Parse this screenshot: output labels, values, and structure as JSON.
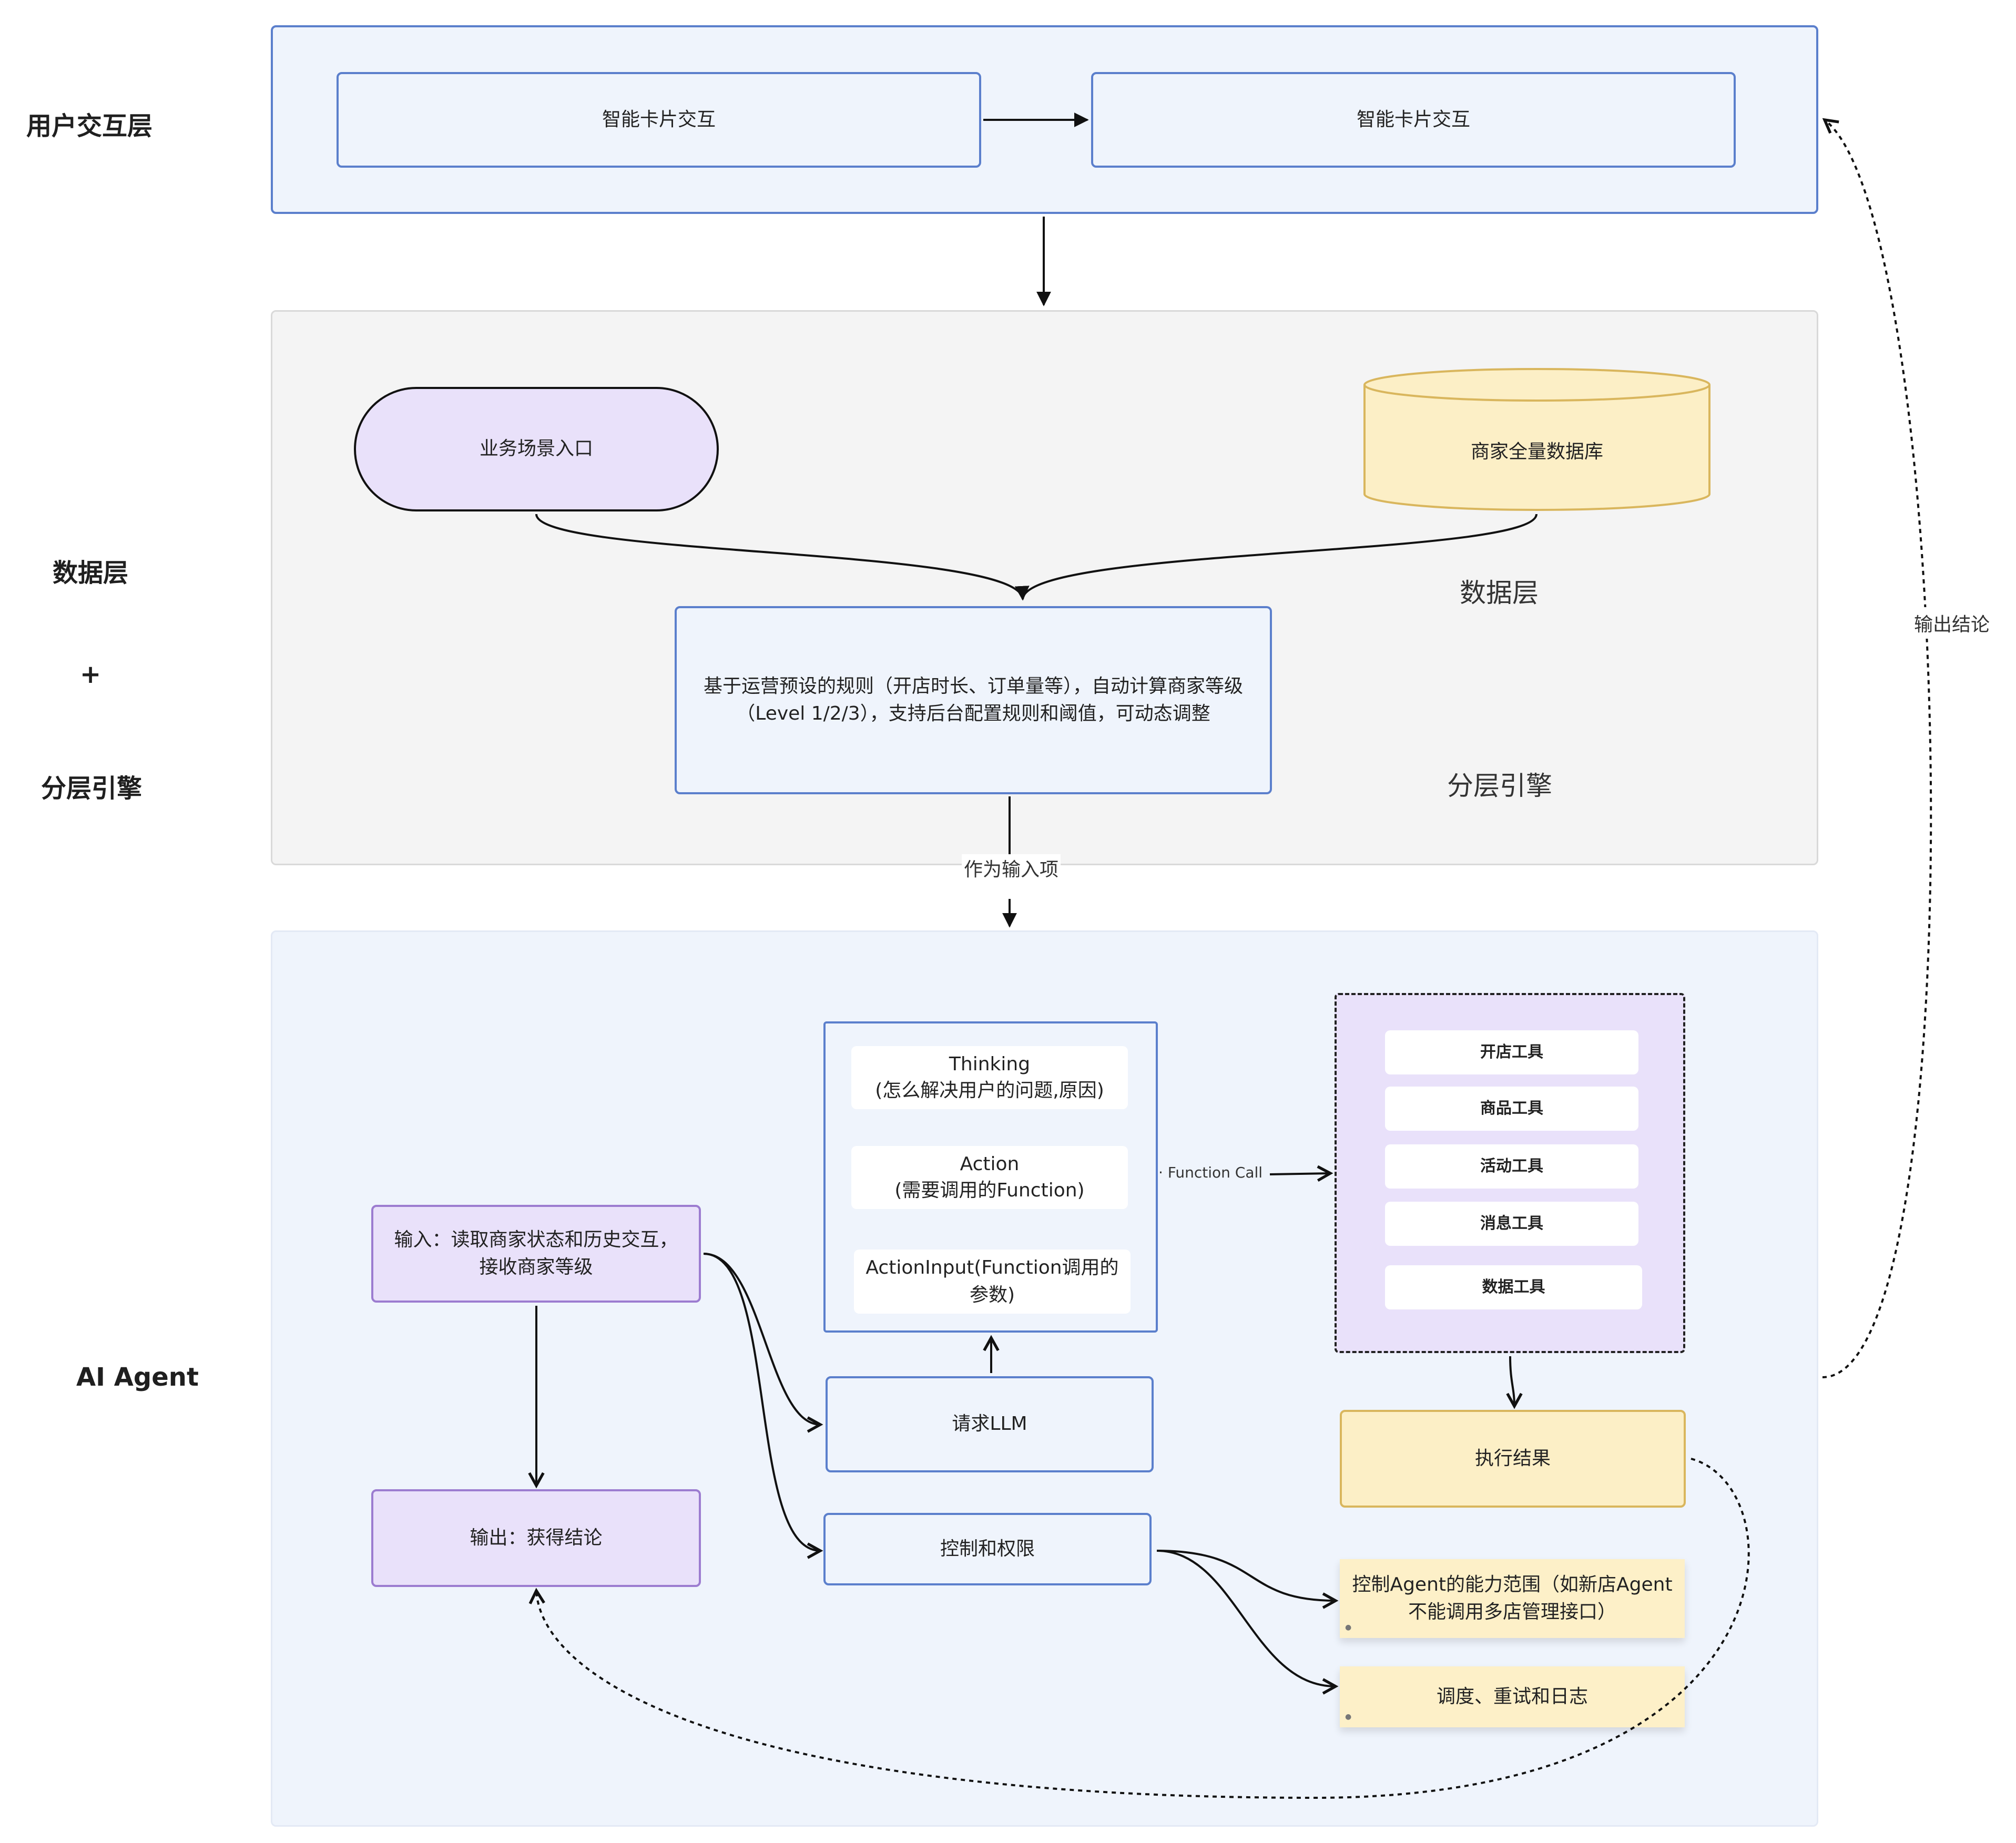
{
  "lanes": {
    "user_layer": "用户交互层",
    "data_layer": "数据层",
    "plus": "+",
    "tier_engine": "分层引擎",
    "agent": "AI  Agent"
  },
  "user_section": {
    "card_left": "智能卡片交互",
    "card_right": "智能卡片交互"
  },
  "data_section": {
    "entry": "业务场景入口",
    "database": "商家全量数据库",
    "rule_box": "基于运营预设的规则（开店时长、订单量等），自动计算商家等级（Level 1/2/3），支持后台配置规则和阈值，可动态调整",
    "label_data": "数据层",
    "label_engine": "分层引擎"
  },
  "agent_section": {
    "input_box": "输入：读取商家状态和历史交互，接收商家等级",
    "output_box": "输出：获得结论",
    "llm_group": {
      "thinking_title": "Thinking",
      "thinking_sub": "(怎么解决用户的问题,原因)",
      "action_title": "Action",
      "action_sub": "(需要调用的Function)",
      "action_input": "ActionInput(Function调用的参数)"
    },
    "request_llm": "请求LLM",
    "control": "控制和权限",
    "tools": [
      "开店工具",
      "商品工具",
      "活动工具",
      "消息工具",
      "数据工具"
    ],
    "exec_result": "执行结果",
    "sticky_scope": "控制Agent的能力范围（如新店Agent不能调用多店管理接口）",
    "sticky_retry": "调度、重试和日志"
  },
  "edge_labels": {
    "as_input": "作为输入项",
    "function_call": "· Function Call",
    "output_conclusion": "输出结论"
  },
  "colors": {
    "blue_border": "#5b7fcc",
    "blue_fill": "#eff4fc",
    "purple_fill": "#e9e1fa",
    "yellow_fill": "#fcefc6"
  }
}
